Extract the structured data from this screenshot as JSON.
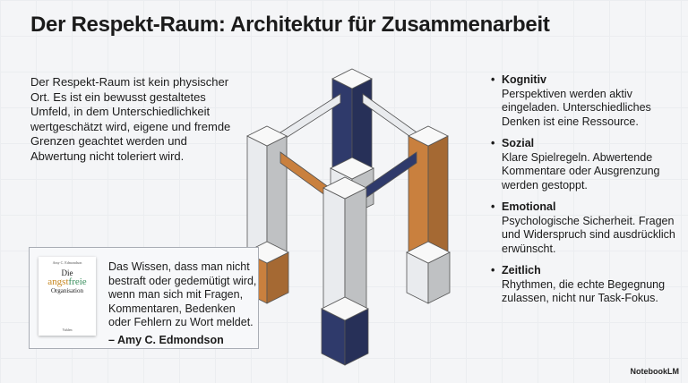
{
  "title": "Der Respekt-Raum: Architektur für Zusammenarbeit",
  "intro": "Der Respekt-Raum ist kein physischer Ort. Es ist ein bewusst gestaltetes Umfeld, in dem Unterschiedlichkeit wertgeschätzt wird, eigene und fremde Grenzen geachtet werden und Abwertung nicht toleriert wird.",
  "quote": {
    "text": "Das Wissen, dass man nicht bestraft oder gedemütigt wird, wenn man sich mit Fragen, Kommentaren, Bedenken oder Fehlern zu Wort meldet.",
    "author": "– Amy C. Edmondson",
    "book": {
      "author": "Amy C. Edmondson",
      "title_1": "Die",
      "title_2a": "angst",
      "title_2b": "freie",
      "title_3": "Organisation",
      "publisher": "Vahlen"
    }
  },
  "pillars": [
    {
      "heading": "Kognitiv",
      "text": "Perspektiven werden aktiv eingeladen. Unterschiedliches Denken ist eine Ressource."
    },
    {
      "heading": "Sozial",
      "text": "Klare Spielregeln. Abwertende Kommentare oder Ausgrenzung werden gestoppt."
    },
    {
      "heading": "Emotional",
      "text": "Psychologische Sicherheit. Fragen und Widerspruch sind ausdrücklich erwünscht."
    },
    {
      "heading": "Zeitlich",
      "text": "Rhythmen, die echte Begegnung zulassen, nicht nur Task-Fokus."
    }
  ],
  "logo": "NotebookLM",
  "colors": {
    "navy": "#2f3a6b",
    "orange": "#c9803e",
    "light": "#e9ebee"
  }
}
